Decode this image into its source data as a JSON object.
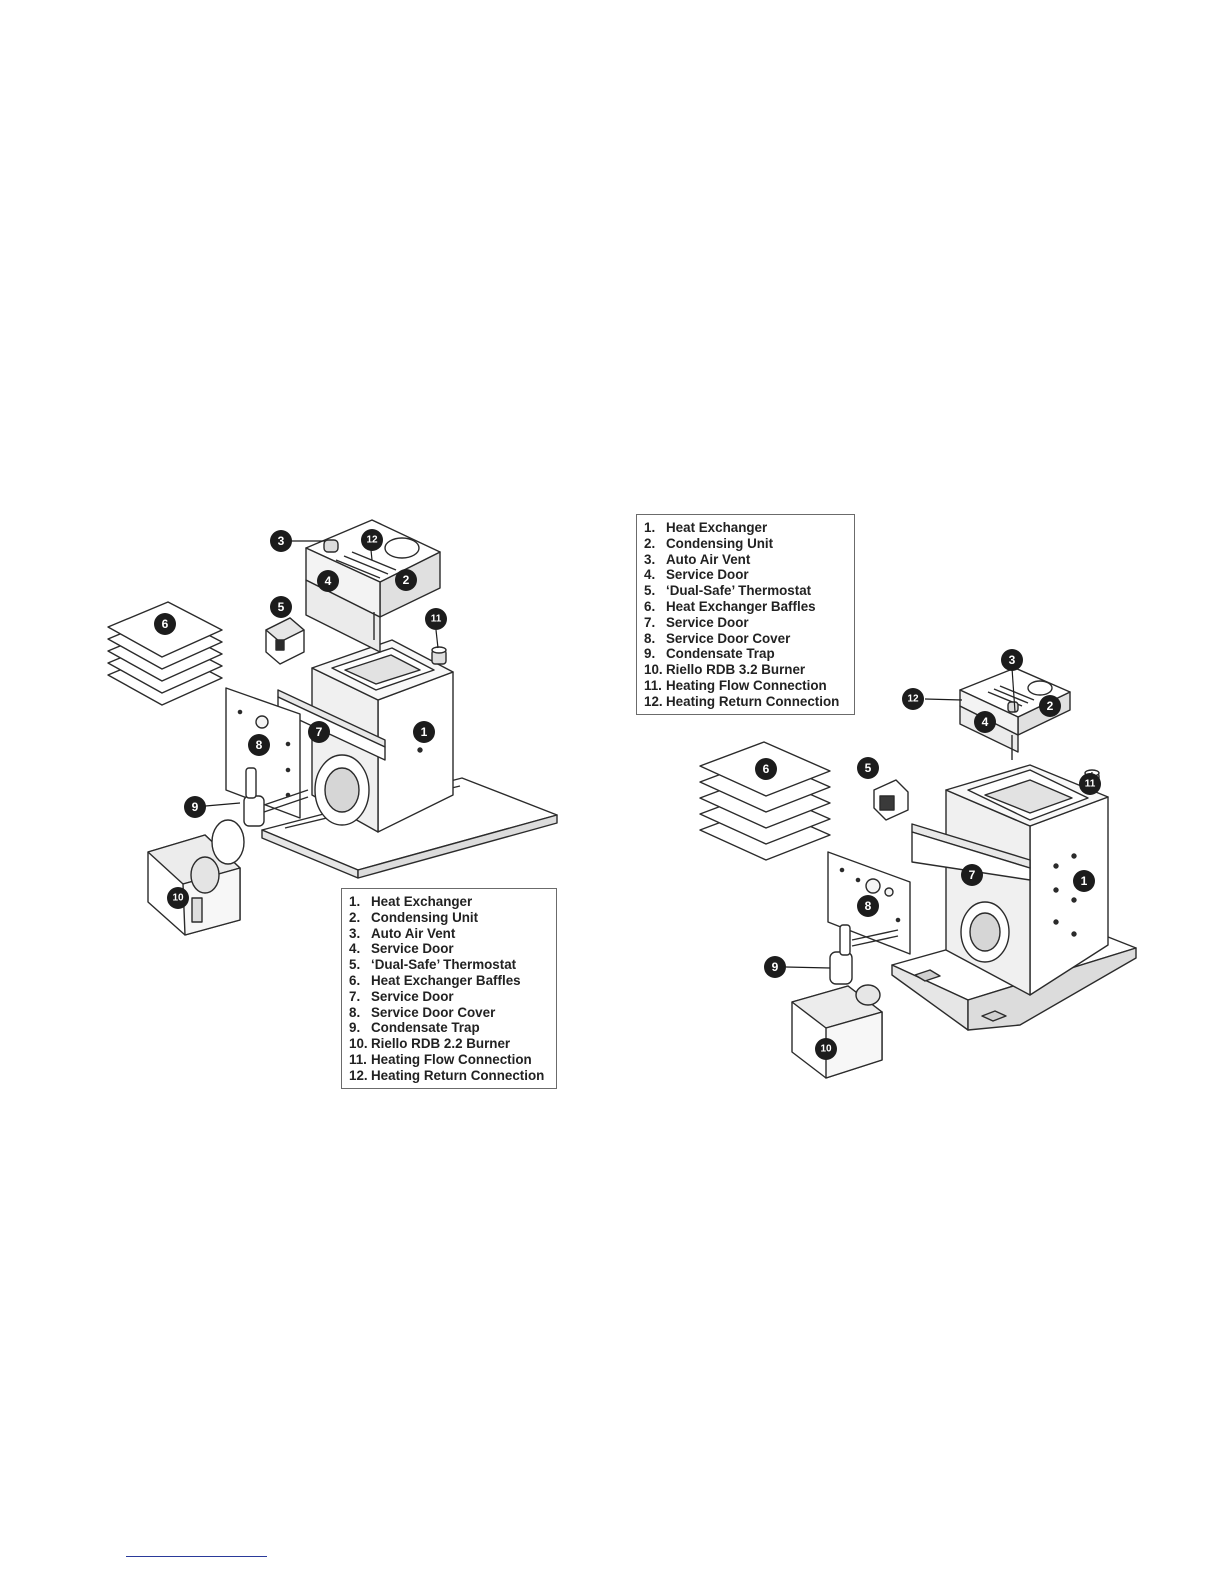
{
  "left_figure": {
    "legend": [
      {
        "num": "1.",
        "label": "Heat Exchanger"
      },
      {
        "num": "2.",
        "label": "Condensing Unit"
      },
      {
        "num": "3.",
        "label": "Auto Air Vent"
      },
      {
        "num": "4.",
        "label": "Service Door"
      },
      {
        "num": "5.",
        "label": "‘Dual-Safe’ Thermostat"
      },
      {
        "num": "6.",
        "label": "Heat Exchanger Baffles"
      },
      {
        "num": "7.",
        "label": "Service Door"
      },
      {
        "num": "8.",
        "label": "Service Door Cover"
      },
      {
        "num": "9.",
        "label": "Condensate Trap"
      },
      {
        "num": "10.",
        "label": "Riello RDB 2.2 Burner"
      },
      {
        "num": "11.",
        "label": "Heating Flow Connection"
      },
      {
        "num": "12.",
        "label": "Heating Return Connection"
      }
    ],
    "callouts": [
      "1",
      "2",
      "3",
      "4",
      "5",
      "6",
      "7",
      "8",
      "9",
      "10",
      "11",
      "12"
    ]
  },
  "right_figure": {
    "legend": [
      {
        "num": "1.",
        "label": "Heat Exchanger"
      },
      {
        "num": "2.",
        "label": "Condensing Unit"
      },
      {
        "num": "3.",
        "label": "Auto Air Vent"
      },
      {
        "num": "4.",
        "label": "Service Door"
      },
      {
        "num": "5.",
        "label": "‘Dual-Safe’ Thermostat"
      },
      {
        "num": "6.",
        "label": "Heat Exchanger Baffles"
      },
      {
        "num": "7.",
        "label": "Service Door"
      },
      {
        "num": "8.",
        "label": "Service Door Cover"
      },
      {
        "num": "9.",
        "label": "Condensate Trap"
      },
      {
        "num": "10.",
        "label": "Riello RDB 3.2 Burner"
      },
      {
        "num": "11.",
        "label": "Heating Flow Connection"
      },
      {
        "num": "12.",
        "label": "Heating Return Connection"
      }
    ],
    "callouts": [
      "1",
      "2",
      "3",
      "4",
      "5",
      "6",
      "7",
      "8",
      "9",
      "10",
      "11",
      "12"
    ]
  },
  "colors": {
    "line": "#2b2b2b",
    "callout_fill": "#1c1c1c",
    "panel_fill": "#f4f4f4",
    "rule": "#2a3a9a"
  }
}
